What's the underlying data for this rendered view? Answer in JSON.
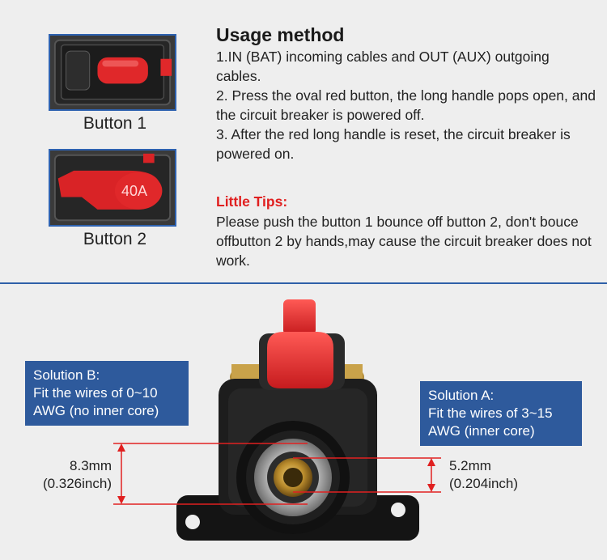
{
  "buttons": {
    "button1_label": "Button 1",
    "button2_label": "Button 2",
    "button2_rating": "40A"
  },
  "usage": {
    "title": "Usage method",
    "steps": [
      "1.IN (BAT) incoming cables and OUT (AUX) outgoing cables.",
      "2. Press the oval red button, the long handle pops open, and the circuit breaker is powered off.",
      "3. After the red long handle is reset, the circuit breaker is powered on."
    ]
  },
  "tips": {
    "title": "Little Tips:",
    "text": "Please push the button 1 bounce off button 2, don't bouce offbutton 2 by hands,may cause the circuit breaker does not work."
  },
  "solution_b": {
    "line1": "Solution B:",
    "line2": "Fit the wires of 0~10",
    "line3": "AWG (no inner core)"
  },
  "solution_a": {
    "line1": "Solution A:",
    "line2": "Fit the wires of 3~15",
    "line3": "AWG (inner core)"
  },
  "measure_outer": {
    "mm": "8.3mm",
    "inch": "(0.326inch)"
  },
  "measure_inner": {
    "mm": "5.2mm",
    "inch": "(0.204inch)"
  },
  "colors": {
    "accent_blue": "#2e5a9c",
    "tip_red": "#e02020",
    "breaker_red": "#e0282a"
  }
}
